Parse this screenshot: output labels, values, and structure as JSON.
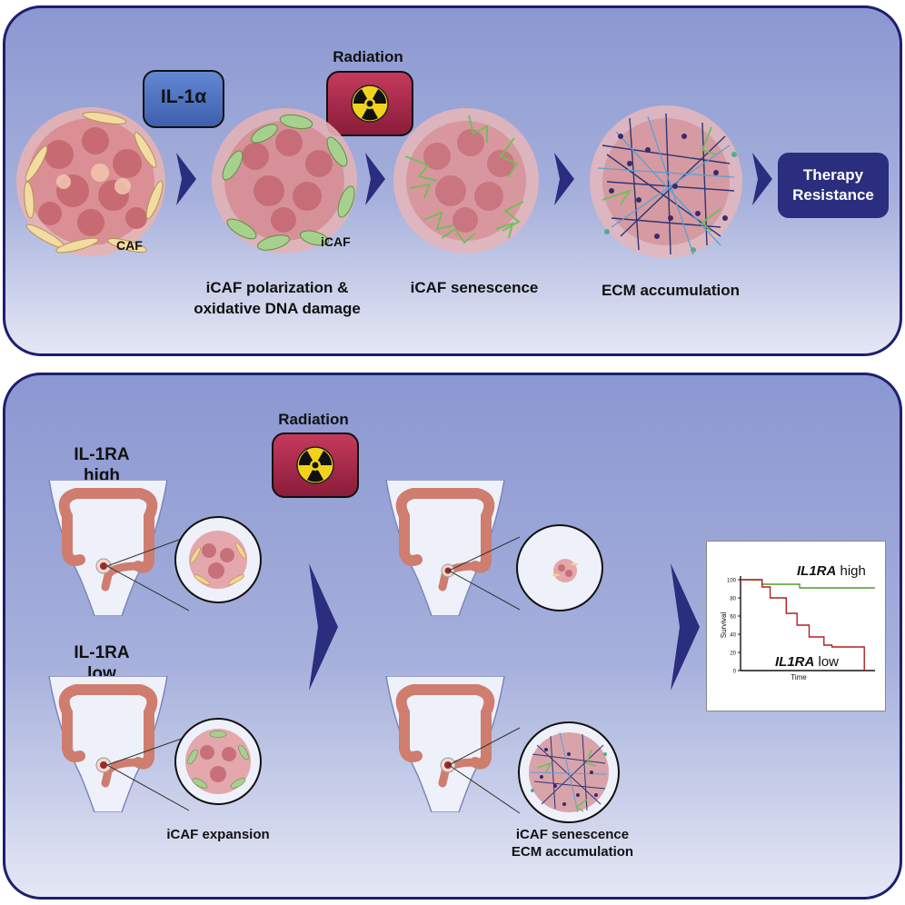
{
  "top_panel": {
    "il1a_label": "IL-1α",
    "radiation_label": "Radiation",
    "caf_label": "CAF",
    "icaf_label": "iCAF",
    "stage1_line1": "iCAF polarization &",
    "stage1_line2": "oxidative DNA damage",
    "stage2": "iCAF senescence",
    "stage3": "ECM accumulation",
    "therapy_line1": "Therapy",
    "therapy_line2": "Resistance"
  },
  "bottom_panel": {
    "radiation_label": "Radiation",
    "high_line1": "IL-1RA",
    "high_line2": "high",
    "low_line1": "IL-1RA",
    "low_line2": "low",
    "expansion": "iCAF expansion",
    "senescence_line1": "iCAF senescence",
    "senescence_line2": "ECM accumulation"
  },
  "colors": {
    "panel_border": "#1e1e6e",
    "chevron": "#2b2d7e",
    "il1a_badge": "#4f72c0",
    "radiation_badge": "#b0264a",
    "high_curve": "#4a9e2a",
    "low_curve": "#b71c1c"
  },
  "chart_data": {
    "type": "line",
    "xlabel": "Time",
    "ylabel": "Survival",
    "yticks": [
      0,
      20,
      40,
      60,
      80,
      100
    ],
    "ylim": [
      0,
      100
    ],
    "xlim": [
      0,
      10
    ],
    "series": [
      {
        "name": "IL1RA high",
        "name_italic": "IL1RA",
        "name_rest": " high",
        "color": "#4a9e2a",
        "x": [
          0,
          1.6,
          1.6,
          4.4,
          4.4,
          10
        ],
        "y": [
          100,
          100,
          95,
          95,
          91,
          91
        ]
      },
      {
        "name": "IL1RA low",
        "name_italic": "IL1RA",
        "name_rest": " low",
        "color": "#b71c1c",
        "x": [
          0,
          1.6,
          1.6,
          2.2,
          2.2,
          3.4,
          3.4,
          4.2,
          4.2,
          5.1,
          5.1,
          6.2,
          6.2,
          6.8,
          6.8,
          9.2,
          9.2
        ],
        "y": [
          100,
          100,
          92,
          92,
          80,
          80,
          63,
          63,
          50,
          50,
          37,
          37,
          28,
          28,
          26,
          26,
          0
        ]
      }
    ]
  }
}
